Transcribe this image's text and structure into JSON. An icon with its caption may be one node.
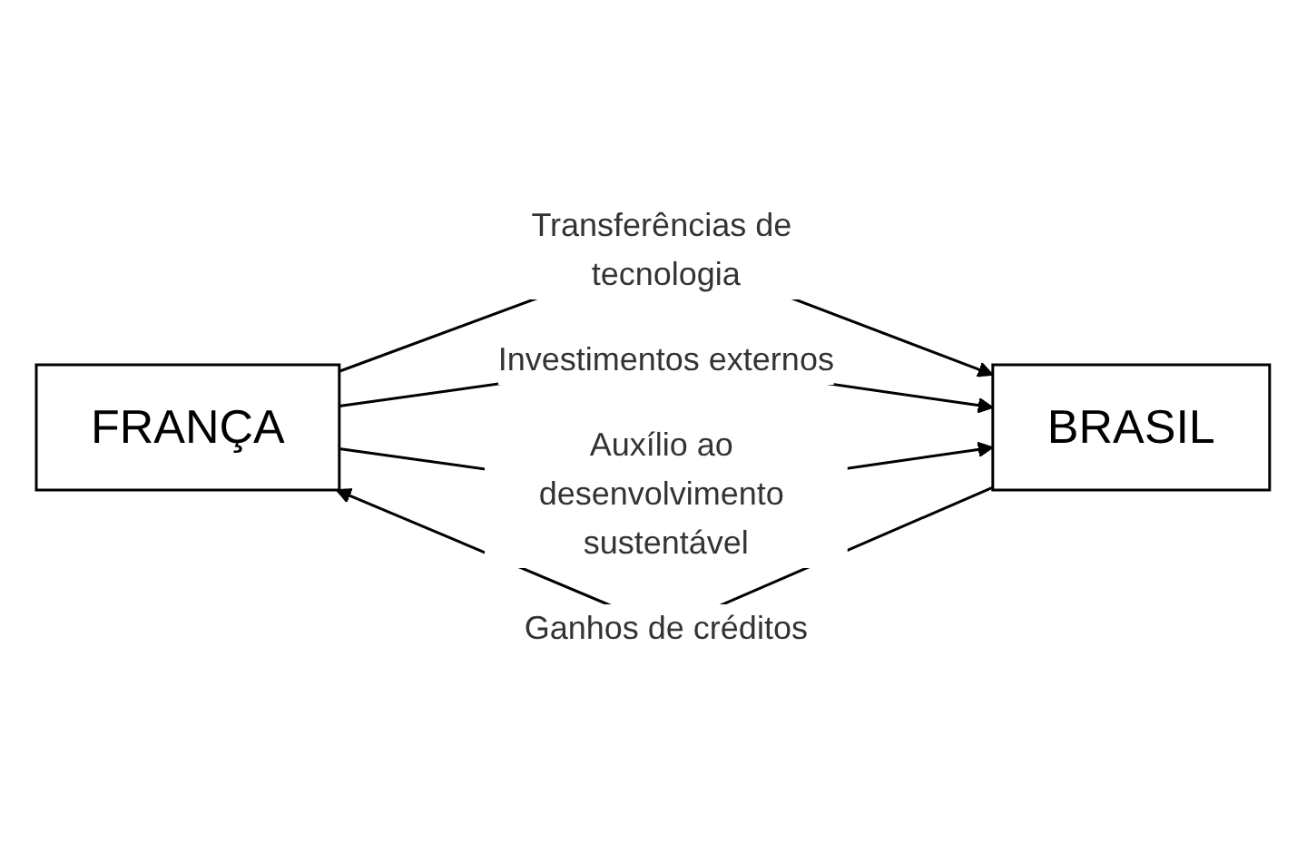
{
  "diagram": {
    "nodes": [
      {
        "text": [
          "FRANÇA"
        ]
      },
      {
        "text": [
          "BRASIL"
        ]
      }
    ],
    "edges": [
      {
        "from": 0,
        "to": 1,
        "arrow": "to",
        "label": "Transferências de tecnologia"
      },
      {
        "from": 1,
        "to": 0,
        "arrow": "to",
        "label": "Ganhos de créditos"
      },
      {
        "from": 0,
        "to": 1,
        "arrow": "to",
        "label": "Investimentos externos"
      },
      {
        "from": 0,
        "to": 1,
        "arrow": "to",
        "label": "Auxílio ao desenvolvimento sustentável"
      }
    ]
  }
}
